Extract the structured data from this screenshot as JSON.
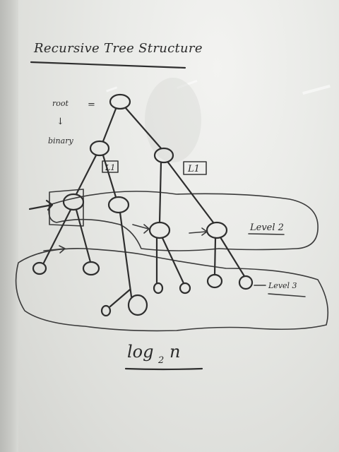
{
  "whiteboard": {
    "title": "Recursive Tree Structure",
    "root_label": "root",
    "equals_sign": "=",
    "arrow_down": "↓",
    "binary_label": "binary",
    "l1_left": "L1",
    "l1_right": "L1",
    "level2_label": "Level 2",
    "level3_label": "Level 3",
    "formula_main": "log",
    "formula_sub": "2",
    "formula_var": "n"
  }
}
